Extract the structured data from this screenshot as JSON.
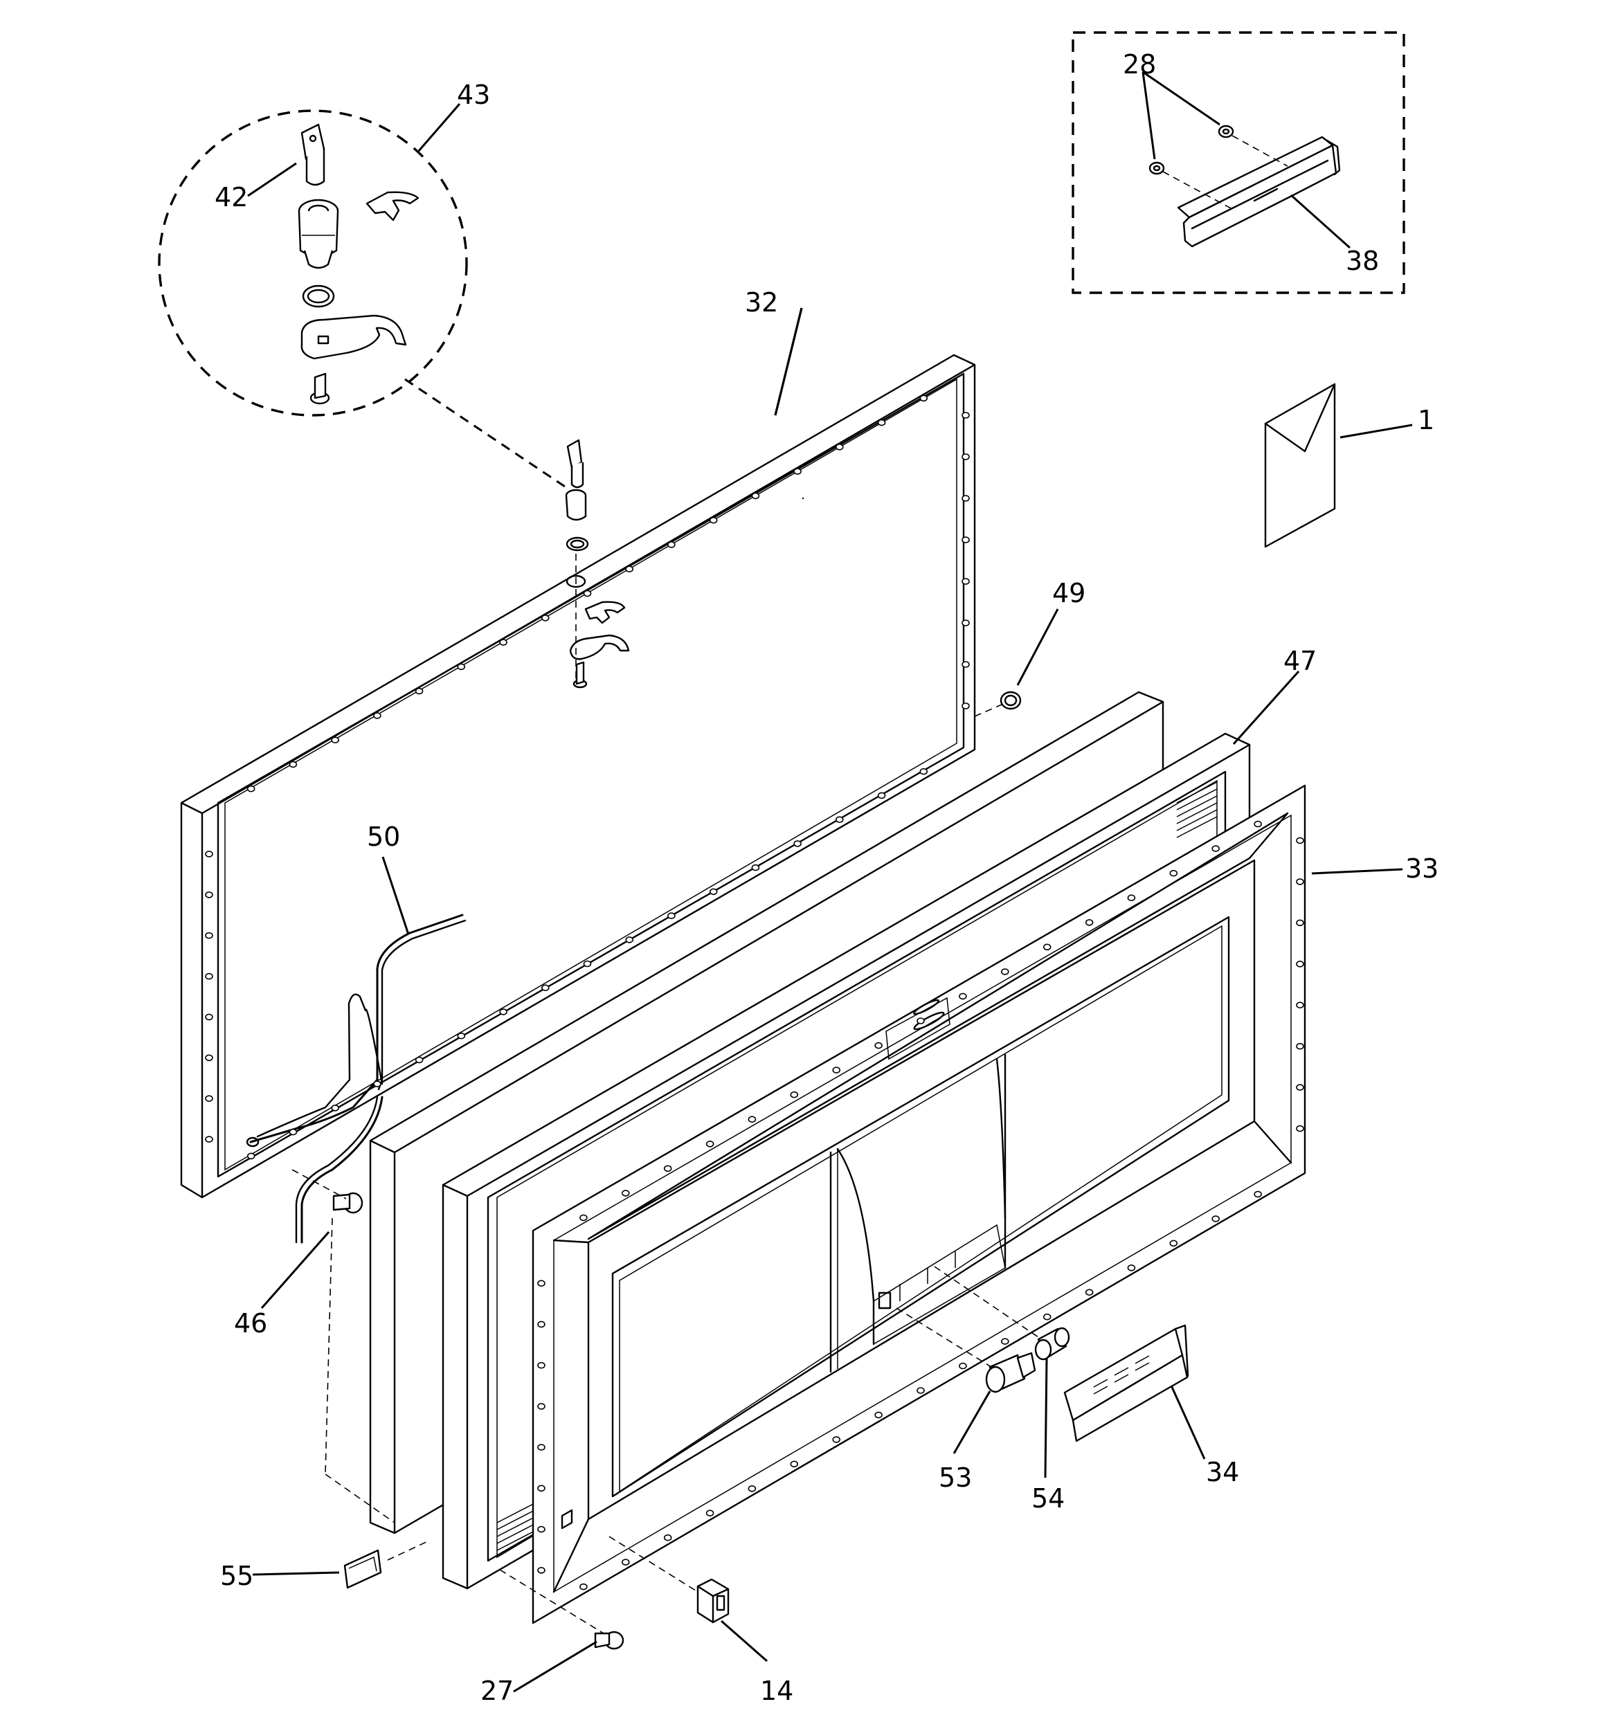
{
  "diagram": {
    "labels": [
      {
        "id": "1",
        "text": "1"
      },
      {
        "id": "14",
        "text": "14"
      },
      {
        "id": "27",
        "text": "27"
      },
      {
        "id": "28",
        "text": "28"
      },
      {
        "id": "32",
        "text": "32"
      },
      {
        "id": "33",
        "text": "33"
      },
      {
        "id": "34",
        "text": "34"
      },
      {
        "id": "38",
        "text": "38"
      },
      {
        "id": "42",
        "text": "42"
      },
      {
        "id": "43",
        "text": "43"
      },
      {
        "id": "46",
        "text": "46"
      },
      {
        "id": "47",
        "text": "47"
      },
      {
        "id": "49",
        "text": "49"
      },
      {
        "id": "50",
        "text": "50"
      },
      {
        "id": "53",
        "text": "53"
      },
      {
        "id": "54",
        "text": "54"
      },
      {
        "id": "55",
        "text": "55"
      }
    ]
  }
}
